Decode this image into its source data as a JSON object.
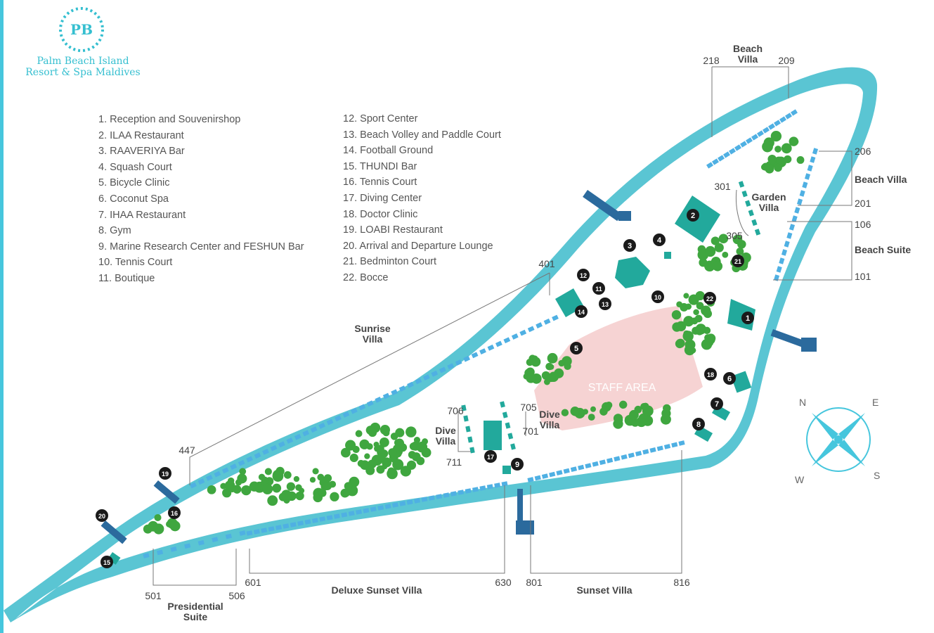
{
  "logo": {
    "initials": "PB",
    "line1": "Palm Beach Island",
    "line2": "Resort & Spa Maldives"
  },
  "legend": [
    "1. Reception and Souvenirshop",
    "2. ILAA Restaurant",
    "3. RAAVERIYA Bar",
    "4. Squash Court",
    "5. Bicycle Clinic",
    "6. Coconut Spa",
    "7. IHAA Restaurant",
    "8. Gym",
    "9. Marine Research Center and FESHUN Bar",
    "10. Tennis Court",
    "11. Boutique",
    "12. Sport Center",
    "13. Beach Volley and Paddle Court",
    "14. Football Ground",
    "15. THUNDI Bar",
    "16. Tennis Court",
    "17. Diving Center",
    "18. Doctor Clinic",
    "19. LOABI Restaurant",
    "20. Arrival and Departure Lounge",
    "21. Bedminton Court",
    "22. Bocce"
  ],
  "areas": {
    "staff": "STAFF AREA",
    "beach_villa_top": [
      "Beach",
      "Villa"
    ],
    "beach_villa_right": "Beach Villa",
    "beach_suite": "Beach Suite",
    "garden_villa": [
      "Garden",
      "Villa"
    ],
    "sunrise_villa": [
      "Sunrise",
      "Villa"
    ],
    "dive_villa_left": [
      "Dive",
      "Villa"
    ],
    "dive_villa_right": [
      "Dive",
      "Villa"
    ],
    "deluxe_sunset": "Deluxe Sunset Villa",
    "sunset_villa": "Sunset Villa",
    "presidential": [
      "Presidential",
      "Suite"
    ]
  },
  "room_numbers": {
    "n218": "218",
    "n209": "209",
    "n206": "206",
    "n201": "201",
    "n106": "106",
    "n101": "101",
    "n301": "301",
    "n305": "305",
    "n401": "401",
    "n447": "447",
    "n706": "706",
    "n705": "705",
    "n701": "701",
    "n711": "711",
    "n501": "501",
    "n506": "506",
    "n601": "601",
    "n630": "630",
    "n801": "801",
    "n816": "816"
  },
  "markers": [
    "1",
    "2",
    "3",
    "4",
    "5",
    "6",
    "7",
    "8",
    "9",
    "10",
    "11",
    "12",
    "13",
    "14",
    "15",
    "16",
    "17",
    "18",
    "19",
    "20",
    "21",
    "22"
  ],
  "compass": {
    "n": "N",
    "e": "E",
    "s": "S",
    "w": "W"
  },
  "colors": {
    "lagoon": "#5ac5d3",
    "lagoon_dark": "#3cb4c4",
    "building": "#22a99c",
    "jetty": "#2b6a9d",
    "staff": "#f6d3d3",
    "tree": "#3fa63f",
    "villa": "#4fb0e3"
  }
}
